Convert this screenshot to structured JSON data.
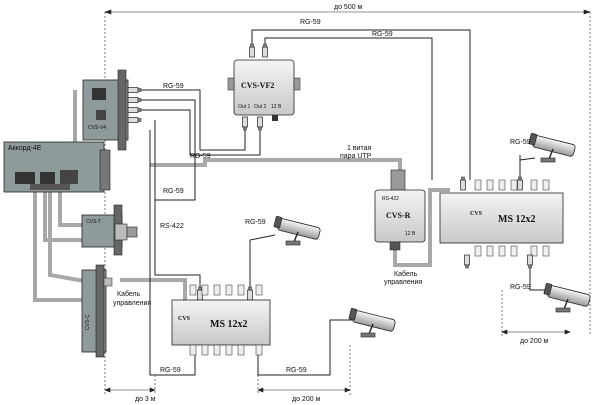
{
  "dimensions": {
    "top": "до  500 м",
    "bottom_left": "до  3 м",
    "bottom_mid": "до  200 м",
    "right": "до  200 м"
  },
  "cable_labels": {
    "rg59": "RG-59",
    "rs422": "RS-422",
    "utp": [
      "1 витая",
      "пара UTP"
    ],
    "control_left": [
      "Кабель",
      "управления"
    ],
    "control_right": [
      "Кабель",
      "управления"
    ]
  },
  "devices": {
    "board_main": "Аккорд-4Е",
    "board_v4": "CVS-V4",
    "board_t": "CVS-T",
    "board_c": "CVS-C",
    "splitter_top": "CVS-VF2",
    "converter": "CVS-R",
    "converter_small": "RS-422",
    "converter_small2": "12 В",
    "ms_left_brand": "CVS",
    "ms_left": "MS 12x2",
    "ms_right_brand": "CVS",
    "ms_right": "MS 12x2",
    "splitter_ports": [
      "Out 1",
      "Out 2",
      "12 В"
    ]
  }
}
